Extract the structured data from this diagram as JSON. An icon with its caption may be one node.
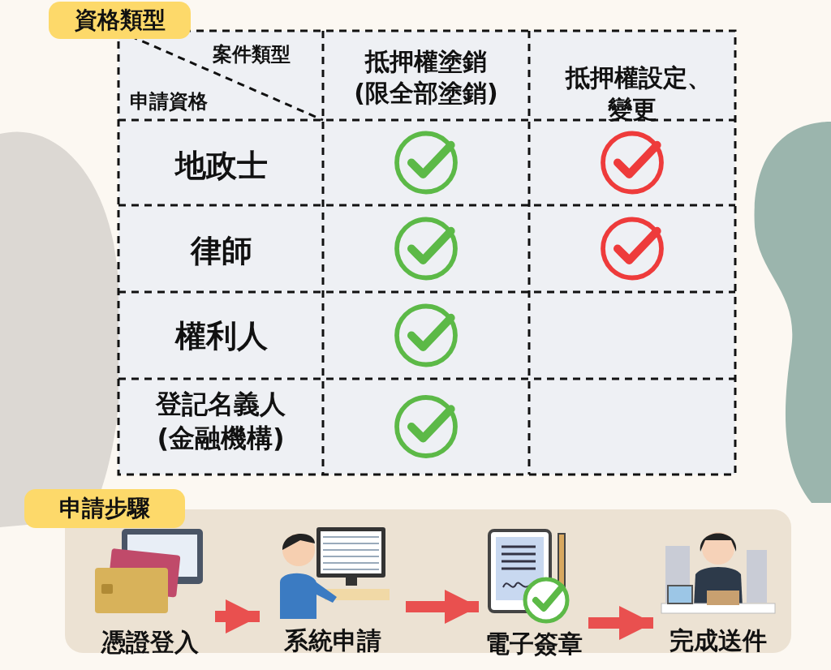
{
  "diagram": {
    "nodes": [
      {
        "text": [
          "申請步驟"
        ]
      },
      {
        "text": [
          "憑證登入"
        ],
        "in": 0
      },
      {
        "text": [
          "系統申請"
        ],
        "in": 0
      },
      {
        "text": [
          "電子簽章"
        ],
        "in": 0
      },
      {
        "text": [
          "完成送件"
        ],
        "in": 0
      }
    ],
    "edges": [
      {
        "from": 1,
        "to": 2,
        "arrow": "to"
      },
      {
        "from": 2,
        "to": 3,
        "arrow": "to"
      },
      {
        "from": 3,
        "to": 4,
        "arrow": "to"
      }
    ],
    "labels": [
      "資格類型",
      "案件類型",
      "申請資格",
      "抵押權塗銷(限全部塗銷)",
      "抵押權設定、變更",
      "地政士",
      "律師",
      "權利人",
      "登記名義人(金融機構)"
    ]
  }
}
